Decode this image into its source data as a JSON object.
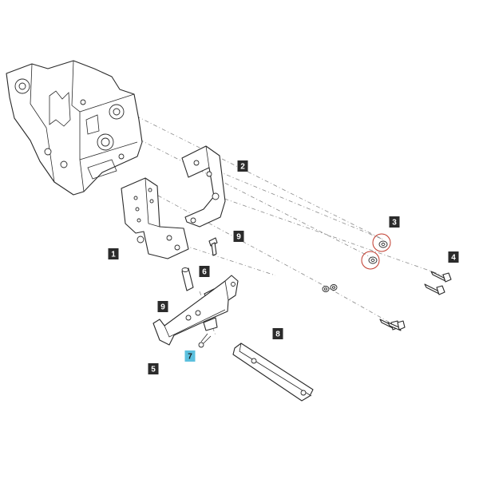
{
  "colors": {
    "tag_fill": "#2b2b2b",
    "tag_text": "#ffffff",
    "tag_highlight_fill": "#5bc0de",
    "tag_highlight_text": "#1b1b1b",
    "highlight_circle": "#c0392b"
  },
  "callouts": [
    {
      "id": "1",
      "label": "1",
      "highlight": false
    },
    {
      "id": "2",
      "label": "2",
      "highlight": false
    },
    {
      "id": "3",
      "label": "3",
      "highlight": false
    },
    {
      "id": "4",
      "label": "4",
      "highlight": false
    },
    {
      "id": "5",
      "label": "5",
      "highlight": false
    },
    {
      "id": "6",
      "label": "6",
      "highlight": false
    },
    {
      "id": "7",
      "label": "7",
      "highlight": true
    },
    {
      "id": "8",
      "label": "8",
      "highlight": false
    },
    {
      "id": "9a",
      "label": "9",
      "highlight": false
    },
    {
      "id": "9b",
      "label": "9",
      "highlight": false
    }
  ]
}
